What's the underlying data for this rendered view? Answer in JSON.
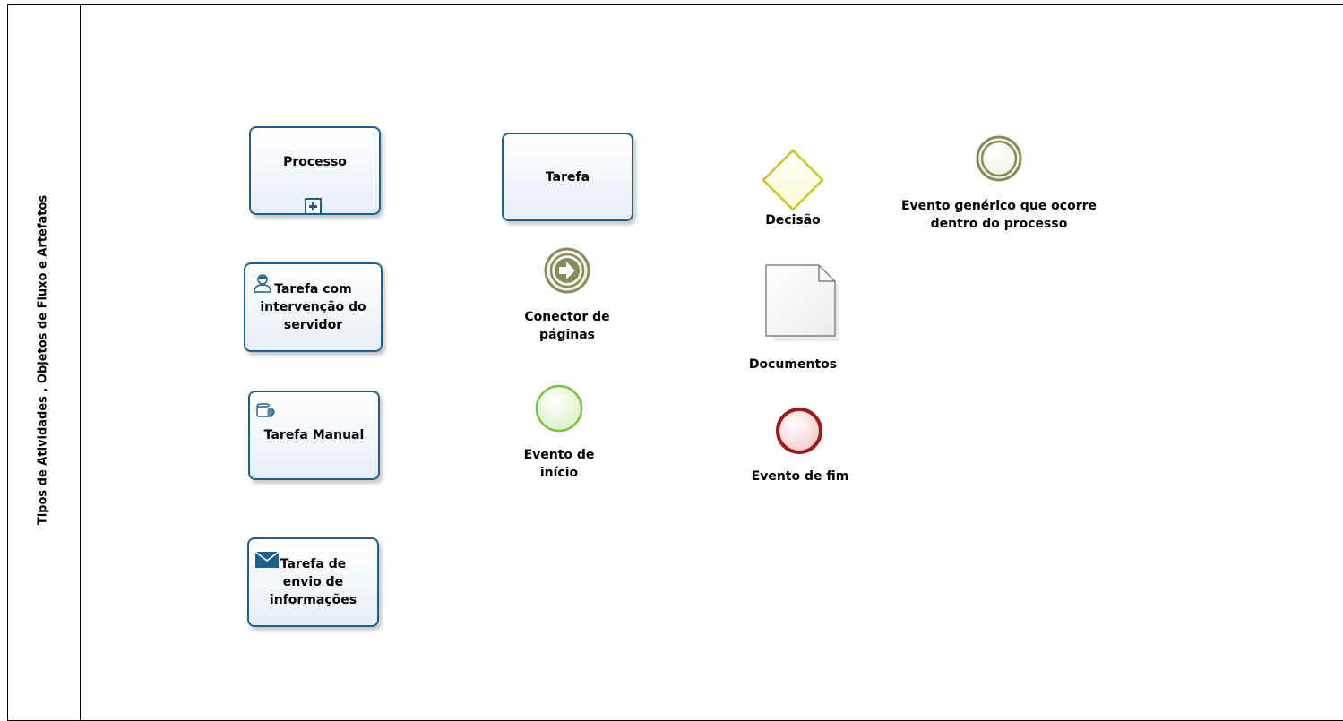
{
  "pool": {
    "title": "Tipos de Atividades , Objetos de Fluxo e Artefatos"
  },
  "tasks": {
    "processo": "Processo",
    "tarefa": "Tarefa",
    "tarefa_servidor": "Tarefa com\nintervenção do\nservidor",
    "tarefa_manual": "Tarefa Manual",
    "tarefa_envio": "Tarefa de\nenvio de\ninformações"
  },
  "elements": {
    "conector": "Conector de\npáginas",
    "evento_inicio": "Evento de\ninício",
    "decisao": "Decisão",
    "documentos": "Documentos",
    "evento_fim": "Evento de fim",
    "evento_generico": "Evento genérico que ocorre\ndentro do processo"
  },
  "colors": {
    "task_border": "#1f5f8b",
    "gateway": "#c8c81e",
    "start_event": "#7bc043",
    "end_event": "#a01818",
    "intermediate_event": "#8a8a5a"
  },
  "icons": {
    "processo_marker": "plus-square-icon",
    "servidor": "user-icon",
    "manual": "hand-icon",
    "envio": "envelope-icon",
    "conector": "arrow-right-icon"
  }
}
